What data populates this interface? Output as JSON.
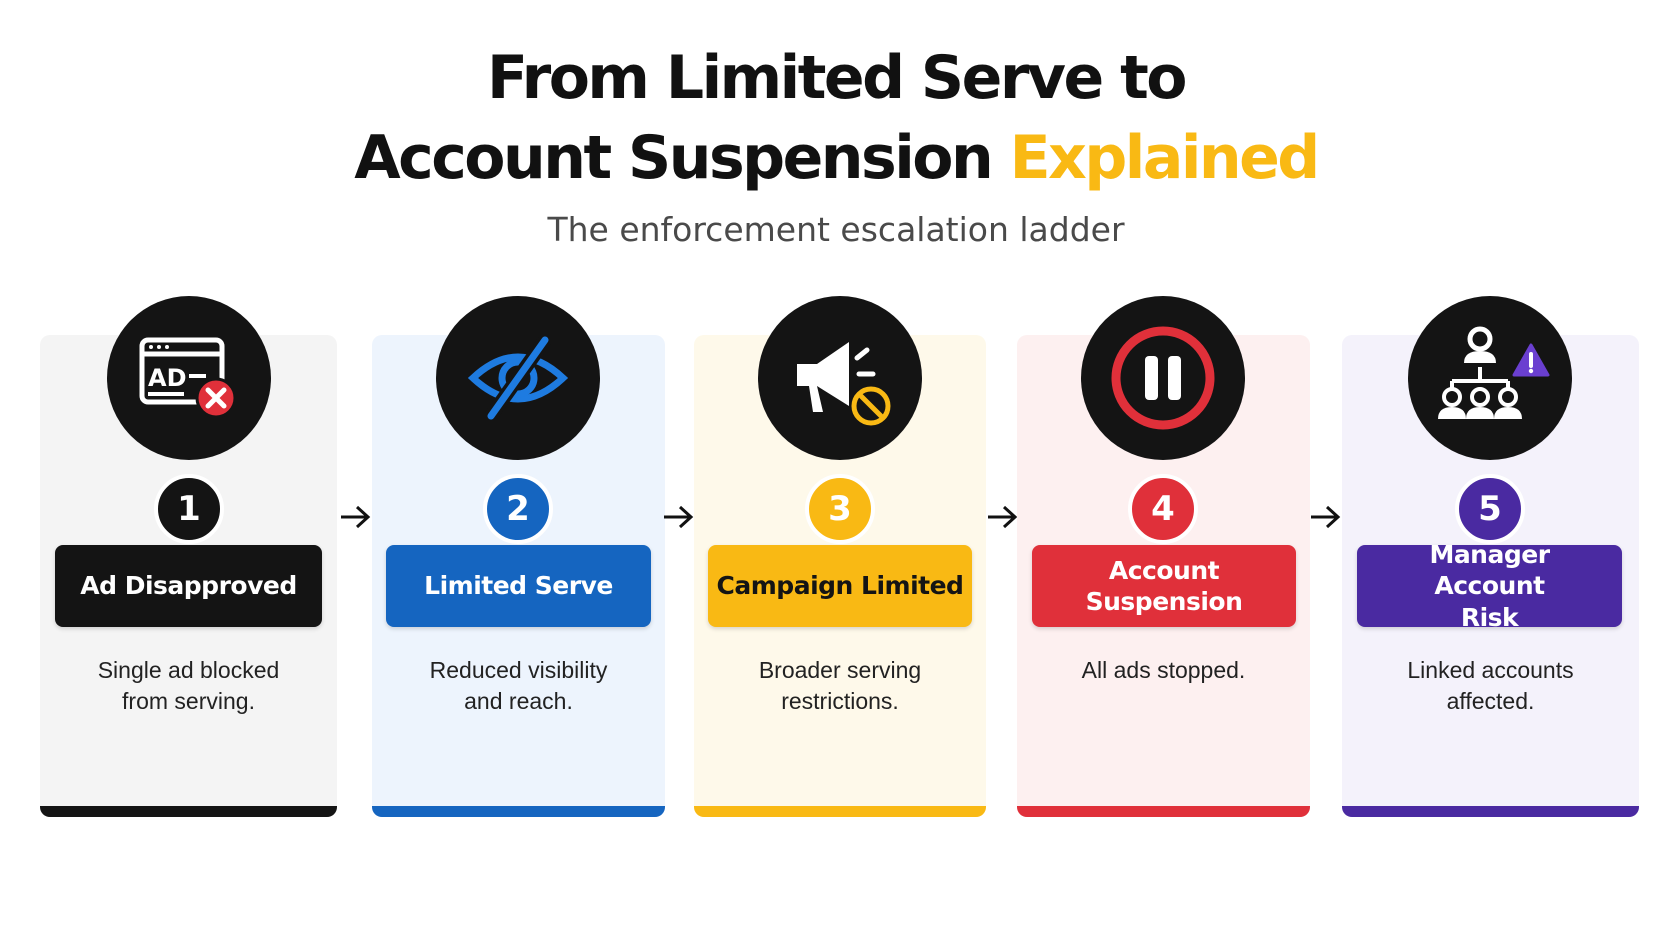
{
  "header": {
    "title_line1": "From Limited Serve to",
    "title_line2_main": "Account Suspension",
    "title_line2_accent": "Explained",
    "subtitle": "The enforcement escalation ladder",
    "accent_color": "#f9b914"
  },
  "steps": [
    {
      "number": "1",
      "label": "Ad Disapproved",
      "description_line1": "Single ad blocked",
      "description_line2": "from serving.",
      "icon": "ad-disapproved-icon",
      "color": "#141414",
      "card_bg": "#f4f4f4"
    },
    {
      "number": "2",
      "label": "Limited Serve",
      "description_line1": "Reduced visibility",
      "description_line2": "and reach.",
      "icon": "eye-off-icon",
      "color": "#1565c0",
      "card_bg": "#edf4fd"
    },
    {
      "number": "3",
      "label": "Campaign Limited",
      "description_line1": "Broader serving",
      "description_line2": "restrictions.",
      "icon": "megaphone-blocked-icon",
      "color": "#f9b914",
      "card_bg": "#fef9ea"
    },
    {
      "number": "4",
      "label": "Account Suspension",
      "description_line1": "All ads stopped.",
      "description_line2": "",
      "icon": "pause-icon",
      "color": "#e0303a",
      "card_bg": "#fdf0f0"
    },
    {
      "number": "5",
      "label_line1": "Manager Account",
      "label_line2": "Risk",
      "description_line1": "Linked accounts",
      "description_line2": "affected.",
      "icon": "linked-accounts-warning-icon",
      "color": "#4a2aa1",
      "card_bg": "#f4f2fb"
    }
  ],
  "connector_icon": "arrow-right-icon"
}
